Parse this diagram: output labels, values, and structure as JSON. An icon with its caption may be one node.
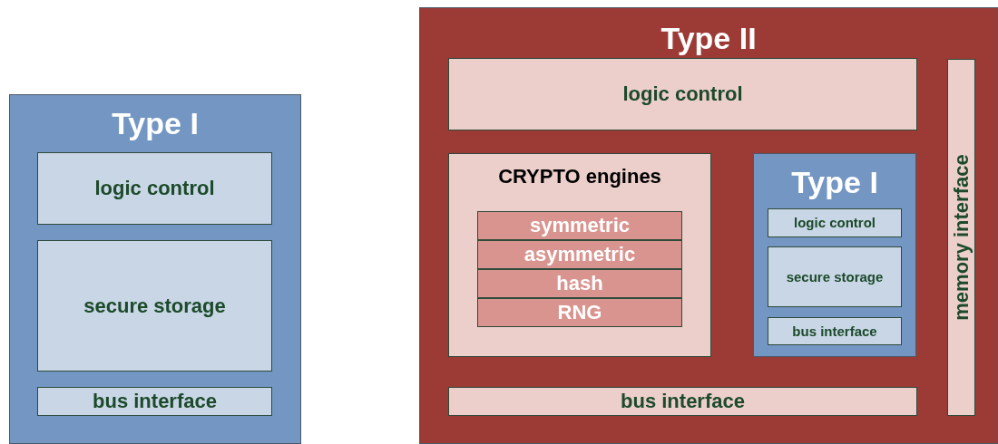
{
  "diagram": {
    "nodes": [
      {
        "text": [
          "Type I"
        ]
      },
      {
        "text": [
          "logic control"
        ],
        "in": 0
      },
      {
        "text": [
          "secure storage"
        ],
        "in": 0
      },
      {
        "text": [
          "bus interface"
        ],
        "in": 0
      },
      {
        "text": [
          "Type II"
        ]
      },
      {
        "text": [
          "logic control"
        ],
        "in": 4
      },
      {
        "text": [
          "CRYPTO engines"
        ],
        "in": 4
      },
      {
        "text": [
          "symmetric"
        ],
        "in": 6
      },
      {
        "text": [
          "asymmetric"
        ],
        "in": 6
      },
      {
        "text": [
          "hash"
        ],
        "in": 6
      },
      {
        "text": [
          "RNG"
        ],
        "in": 6
      },
      {
        "text": [
          "Type I"
        ],
        "in": 4
      },
      {
        "text": [
          "logic control"
        ],
        "in": 11
      },
      {
        "text": [
          "secure storage"
        ],
        "in": 11
      },
      {
        "text": [
          "bus interface"
        ],
        "in": 11
      },
      {
        "text": [
          "bus interface"
        ],
        "in": 4
      },
      {
        "text": [
          "memory interface"
        ],
        "in": 4
      }
    ]
  }
}
